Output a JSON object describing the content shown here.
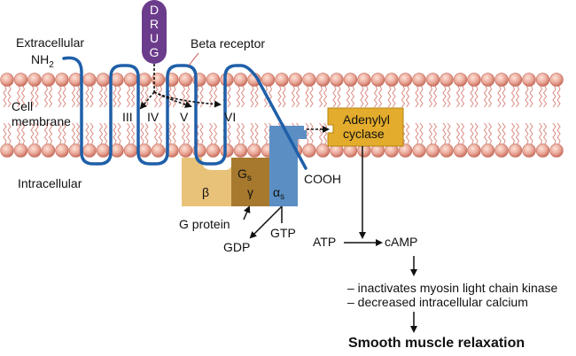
{
  "title": "Beta receptor signaling pathway to smooth muscle relaxation",
  "colors": {
    "receptor_blue": "#1f5fa8",
    "drug_purple": "#6b3b8c",
    "phospholipid_head": "#e8a89a",
    "phospholipid_tail": "#d98a80",
    "beta_subunit": "#e9c27a",
    "gamma_subunit": "#a7792e",
    "alpha_subunit": "#5b8fc4",
    "adenylyl_cyclase": "#e3ac2c",
    "text": "#111111"
  },
  "labels": {
    "extracellular": "Extracellular",
    "nh2_main": "NH",
    "nh2_sub": "2",
    "cell": "Cell",
    "membrane": "membrane",
    "intracellular": "Intracellular",
    "drug_letters": [
      "D",
      "R",
      "U",
      "G"
    ],
    "beta_receptor": "Beta receptor",
    "helix_III": "III",
    "helix_IV": "IV",
    "helix_V": "V",
    "helix_VI": "VI",
    "cooh": "COOH",
    "adenylyl": "Adenylyl",
    "cyclase": "cyclase",
    "beta": "β",
    "gs_main": "G",
    "gs_sub": "s",
    "gamma": "γ",
    "alpha_main": "α",
    "alpha_sub": "s",
    "g_protein": "G protein",
    "gtp": "GTP",
    "gdp": "GDP",
    "atp": "ATP",
    "camp": "cAMP",
    "effect1": "– inactivates myosin light chain kinase",
    "effect2": "– decreased intracellular calcium",
    "result": "Smooth muscle relaxation"
  }
}
